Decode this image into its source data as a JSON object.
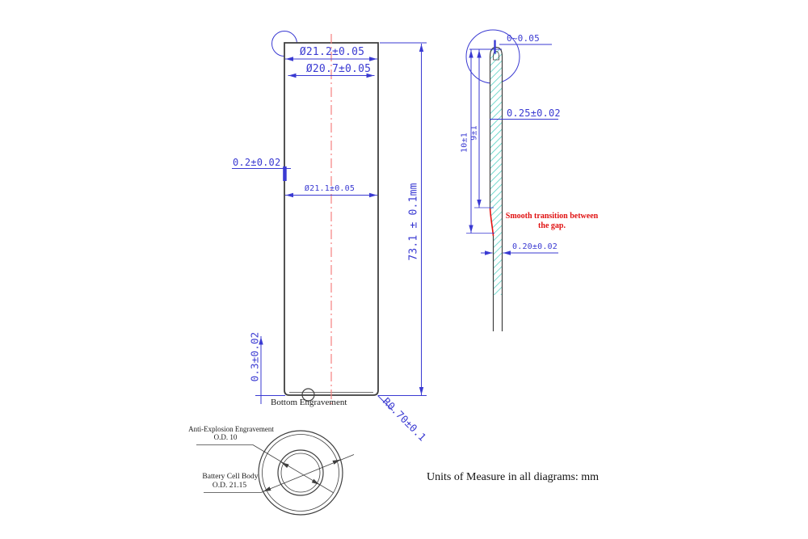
{
  "colors": {
    "dimension_blue": "#3a3ad2",
    "centerline_pink": "#f58080",
    "annotation_red": "#e01010",
    "drawing_dark": "#3f3f3f",
    "hatch_teal": "#55d2c4",
    "background": "#ffffff"
  },
  "front_view": {
    "dia_crimp": "Ø21.2±0.05",
    "dia_inner_top": "Ø20.7±0.05",
    "wall_thickness": "0.2±0.02",
    "dia_body": "Ø21.1±0.05",
    "height": "73.1 ± 0.1mm",
    "bottom_thickness": "0.3±0.02",
    "corner_radius": "R0.70±0.1",
    "bottom_label": "Bottom Engravement"
  },
  "detail_view": {
    "gap_tolerance": "0~0.05",
    "upper_wall": "0.25±0.02",
    "depth_outer": "10±1",
    "depth_inner": "9±1",
    "lower_wall": "0.20±0.02",
    "note_line1": "Smooth transition between",
    "note_line2": "the gap."
  },
  "bottom_view": {
    "engravement_label": "Anti-Explosion Engravement",
    "engravement_od": "O.D. 10",
    "body_label": "Battery Cell Body",
    "body_od": "O.D. 21.15"
  },
  "footer": {
    "units_note": "Units of Measure in all diagrams: mm"
  }
}
